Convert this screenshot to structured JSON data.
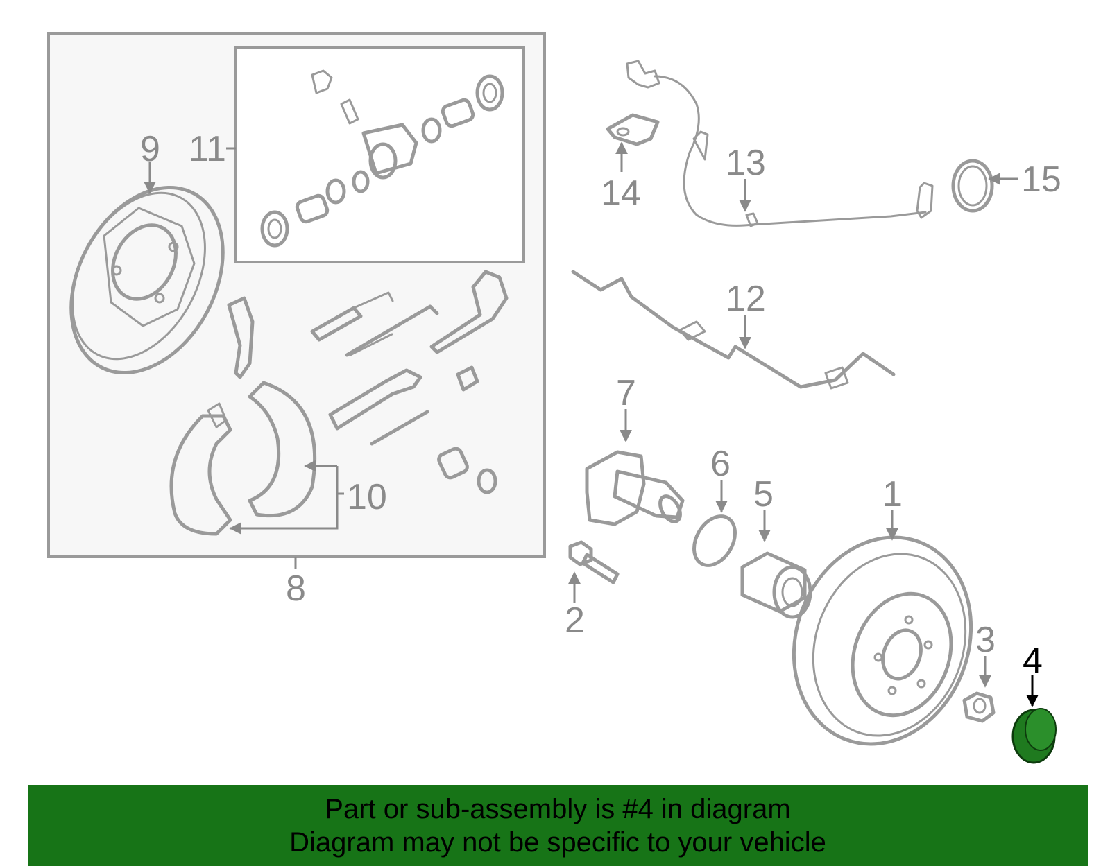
{
  "callouts": {
    "c1": "1",
    "c2": "2",
    "c3": "3",
    "c4": "4",
    "c5": "5",
    "c6": "6",
    "c7": "7",
    "c8": "8",
    "c9": "9",
    "c10": "10",
    "c11": "11",
    "c12": "12",
    "c13": "13",
    "c14": "14",
    "c15": "15"
  },
  "highlighted_part": "4",
  "colors": {
    "line_art": "#9a9a9a",
    "box_fill": "#f7f7f7",
    "highlight_fill": "#1f7a1f",
    "banner_bg": "#177417",
    "banner_text": "#000000"
  },
  "banner": {
    "line1": "Part or sub-assembly is #4 in diagram",
    "line2": "Diagram may not be specific to your vehicle"
  }
}
